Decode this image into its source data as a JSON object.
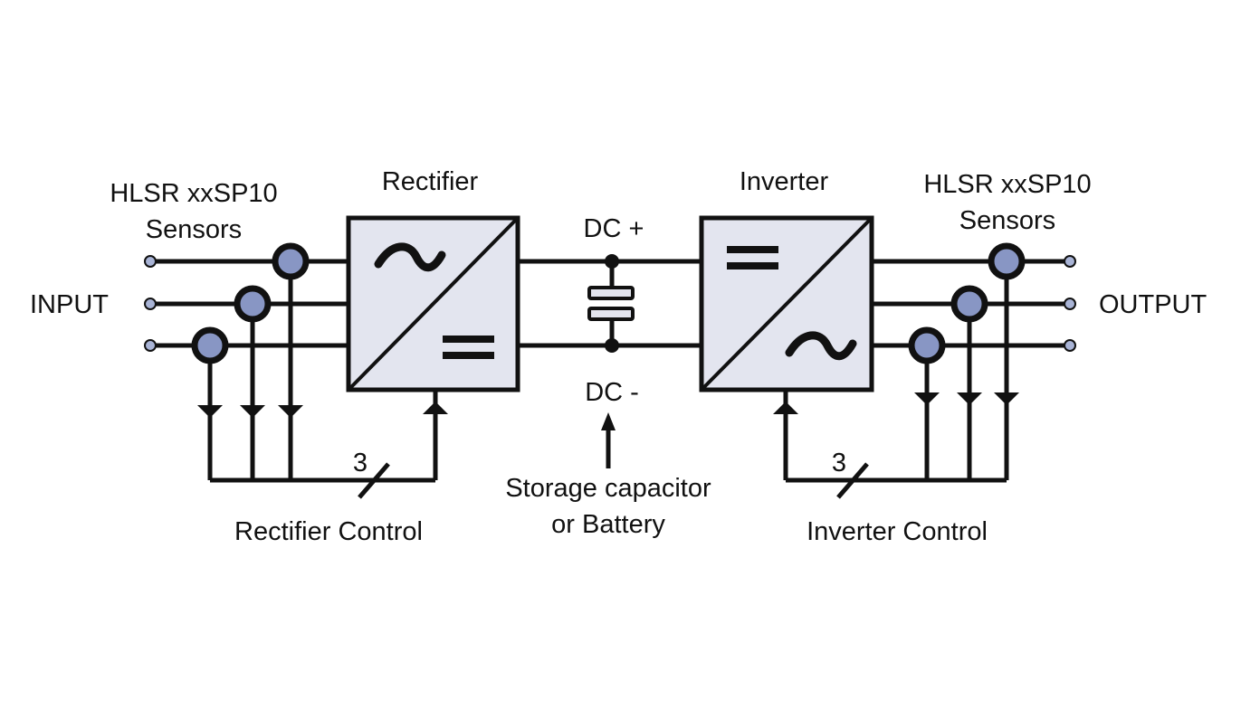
{
  "labels": {
    "input": "INPUT",
    "output": "OUTPUT",
    "input_sensors_line1": "HLSR xxSP10",
    "input_sensors_line2": "Sensors",
    "output_sensors_line1": "HLSR xxSP10",
    "output_sensors_line2": "Sensors",
    "rectifier": "Rectifier",
    "inverter": "Inverter",
    "dc_plus": "DC +",
    "dc_minus": "DC -",
    "storage_line1": "Storage capacitor",
    "storage_line2": "or Battery",
    "rectifier_control": "Rectifier Control",
    "inverter_control": "Inverter Control",
    "rectifier_bus_count": "3",
    "inverter_bus_count": "3"
  },
  "colors": {
    "line": "#111111",
    "block_fill": "#e3e5ef",
    "sensor_fill": "#8896c4",
    "terminal_fill": "#a9b4d6"
  },
  "icons": {
    "rectifier_symbols": [
      "ac-tilde-icon",
      "dc-equals-icon"
    ],
    "inverter_symbols": [
      "dc-equals-icon",
      "ac-tilde-icon"
    ],
    "sensor": "current-sensor-ring-icon",
    "capacitor": "capacitor-icon"
  }
}
